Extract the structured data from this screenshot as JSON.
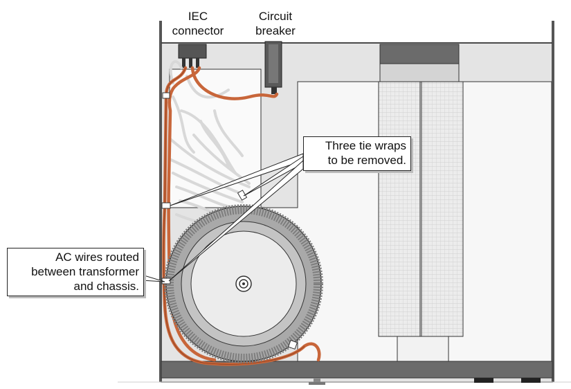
{
  "labels": {
    "iec_line1": "IEC",
    "iec_line2": "connector",
    "breaker_line1": "Circuit",
    "breaker_line2": "breaker",
    "tie_line1": "Three tie wraps",
    "tie_line2": "to be removed.",
    "ac_line1": "AC wires routed",
    "ac_line2": "between transformer",
    "ac_line3": "and chassis."
  },
  "colors": {
    "chassis_fill": "#e6e6e6",
    "chassis_dark": "#6b6b6b",
    "wire_orange": "#c8663a",
    "wire_gray": "#dcdcdc",
    "transformer_ring": "#8c8c8c",
    "transformer_core": "#e8e8e8",
    "heatsink_grid": "#d9d9d9"
  },
  "icons": [
    "iec-connector-icon",
    "circuit-breaker-icon",
    "toroidal-transformer-icon",
    "tie-wrap-icon"
  ]
}
